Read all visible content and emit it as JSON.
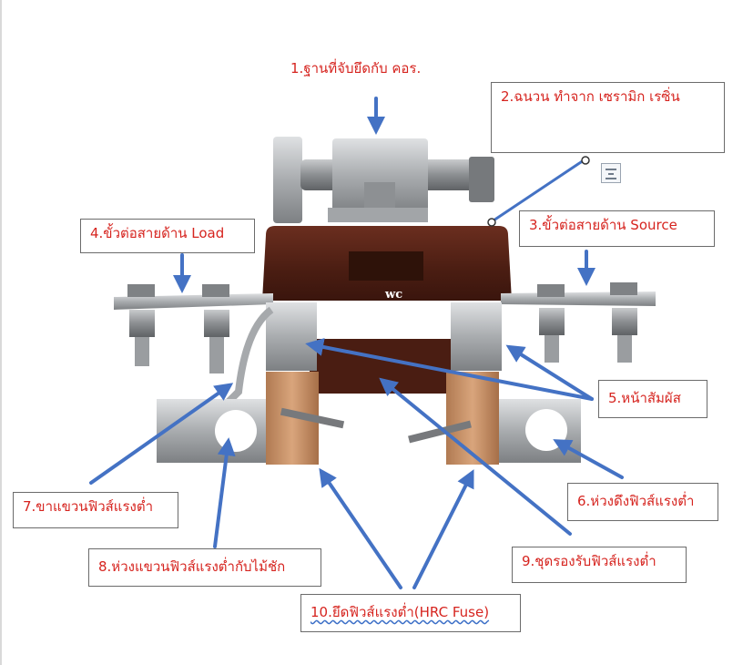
{
  "labels": {
    "l1": "1.ฐานที่จับยึดกับ คอร.",
    "l2": "2.ฉนวน ทำจาก เซรามิก เรซิ่น",
    "l3": "3.ขั้วต่อสายด้าน Source",
    "l4": "4.ขั้วต่อสายด้าน Load",
    "l5": "5.หน้าสัมผัส",
    "l6": "6.ห่วงดึงฟิวส์แรงต่ำ",
    "l7": "7.ขาแขวนฟิวส์แรงต่ำ",
    "l8": "8.ห่วงแขวนฟิวส์แรงต่ำกับไม้ชัก",
    "l9": "9.ชุดรองรับฟิวส์แรงต่ำ",
    "l10": "10.ยึดฟิวส์แรงต่ำ(HRC Fuse)"
  },
  "watermark": "wc",
  "colors": {
    "label_text": "#d6241f",
    "arrow": "#4472c4",
    "insulator": "#4a1d12",
    "metal": "#b9bcbf",
    "copper": "#c8956c"
  },
  "icons": [
    "text-wrap-icon"
  ]
}
